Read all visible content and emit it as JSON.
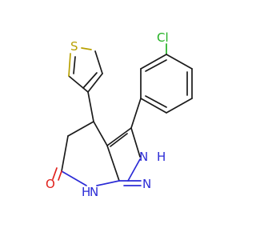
{
  "atoms": {
    "chlorine": "Cl",
    "sulfur": "S",
    "oxygen": "O",
    "amide_nh": "H",
    "amide_n": "N",
    "pyrazole_n": "N",
    "pyrazole_nh": "N",
    "pyrazole_h": "H"
  },
  "colors": {
    "bond": "#1a1a1a",
    "nitrogen": "#2b2bd6",
    "oxygen": "#e0201b",
    "sulfur": "#b8a000",
    "chlorine": "#22b022"
  }
}
